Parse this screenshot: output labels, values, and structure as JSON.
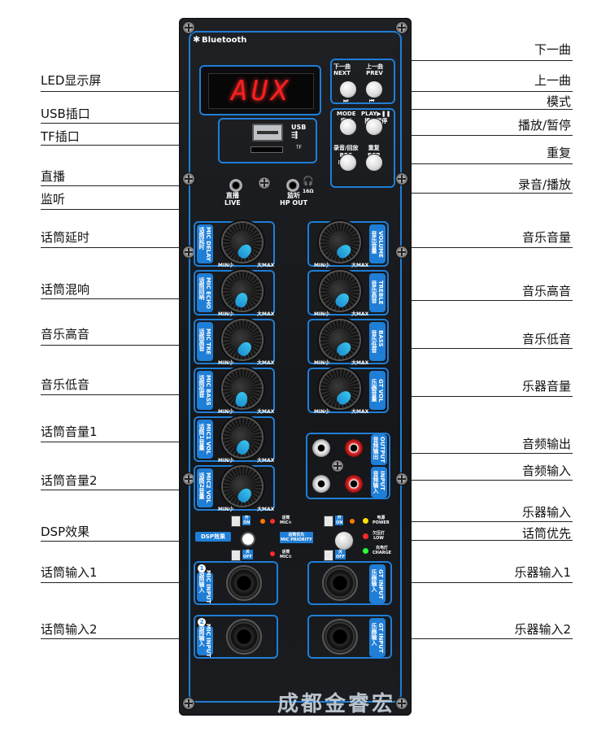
{
  "callouts_left": [
    {
      "id": "led",
      "label": "LED显示屏"
    },
    {
      "id": "usb",
      "label": "USB插口"
    },
    {
      "id": "tf",
      "label": "TF插口"
    },
    {
      "id": "live",
      "label": "直播"
    },
    {
      "id": "monitor",
      "label": "监听"
    },
    {
      "id": "mic-delay",
      "label": "话筒延时"
    },
    {
      "id": "mic-echo",
      "label": "话筒混响"
    },
    {
      "id": "mic-treble",
      "label": "音乐高音"
    },
    {
      "id": "mic-bass",
      "label": "音乐低音"
    },
    {
      "id": "mic-vol1",
      "label": "话筒音量1"
    },
    {
      "id": "mic-vol2",
      "label": "话筒音量2"
    },
    {
      "id": "dsp",
      "label": "DSP效果"
    },
    {
      "id": "mic-in1",
      "label": "话筒输入1"
    },
    {
      "id": "mic-in2",
      "label": "话筒输入2"
    }
  ],
  "callouts_right": [
    {
      "id": "next",
      "label": "下一曲"
    },
    {
      "id": "prev",
      "label": "上一曲"
    },
    {
      "id": "mode",
      "label": "模式"
    },
    {
      "id": "play",
      "label": "播放/暂停"
    },
    {
      "id": "repeat",
      "label": "重复"
    },
    {
      "id": "rec",
      "label": "录音/播放"
    },
    {
      "id": "music-vol",
      "label": "音乐音量"
    },
    {
      "id": "music-treble",
      "label": "音乐高音"
    },
    {
      "id": "music-bass",
      "label": "音乐低音"
    },
    {
      "id": "gt-vol",
      "label": "乐器音量"
    },
    {
      "id": "audio-out",
      "label": "音频输出"
    },
    {
      "id": "audio-in",
      "label": "音频输入"
    },
    {
      "id": "gt-input",
      "label": "乐器输入"
    },
    {
      "id": "mic-priority",
      "label": "话筒优先"
    },
    {
      "id": "gt-in1",
      "label": "乐器输入1"
    },
    {
      "id": "gt-in2",
      "label": "乐器输入2"
    }
  ],
  "panel": {
    "bluetooth": "Bluetooth",
    "led_text": "AUX",
    "usb_label": "USB",
    "tf_label": "TF",
    "buttons": {
      "next": "下一曲\nNEXT",
      "prev": "上一曲\nPREV",
      "mode": "MODE\n模式",
      "play": "PLAY▶❚❚\n播放暂停",
      "rec": "录音/回放\nREC\nPLAY",
      "rep": "重复\nREP"
    },
    "live_label": "直播\nLIVE",
    "hp_label": "监听\nHP OUT",
    "hp_ohm": "16Ω",
    "knobs_left": [
      {
        "label": "MIC DELAY\n话筒延时"
      },
      {
        "label": "MIC ECHO\n话筒回响"
      },
      {
        "label": "MIC TRE\n话筒高音"
      },
      {
        "label": "MIC BASS\n话筒低音"
      },
      {
        "label": "MIC1 VOL\n话筒1音量"
      },
      {
        "label": "MIC2 VOL\n话筒2音量"
      }
    ],
    "knobs_right": [
      {
        "label": "VOLUME\n音乐音量"
      },
      {
        "label": "TREBLE\n音乐高音"
      },
      {
        "label": "BASS\n音乐低音"
      },
      {
        "label": "GT VOL\n乐器音量"
      }
    ],
    "min_label": "MIN小",
    "max_label": "大MAX",
    "rca_out_label": "OUTPUT\n音频输出",
    "rca_in_label": "INPUT\n音频输入",
    "dsp_label": "DSP效果",
    "on_label": "开\nON",
    "off_label": "关\nOFF",
    "mic1_label": "话筒\nMIC①",
    "mic2_label": "话筒\nMIC②",
    "priority_label": "话筒优先\nMIC PRIORITY",
    "power_label": "电源\nPOWER",
    "low_label": "欠压灯\nLOW",
    "charge_label": "充电灯\nCHARGE",
    "mic_input_label": "MIC INPUT\n话筒输入",
    "gt_input_label": "GT INPUT\n乐器输入",
    "num1": "1",
    "num2": "2",
    "colors": {
      "accent": "#1f7ed6",
      "knob_pointer": "#2ab0e6",
      "led_red": "#ff1e1e"
    }
  },
  "watermark": "成都金睿宏"
}
